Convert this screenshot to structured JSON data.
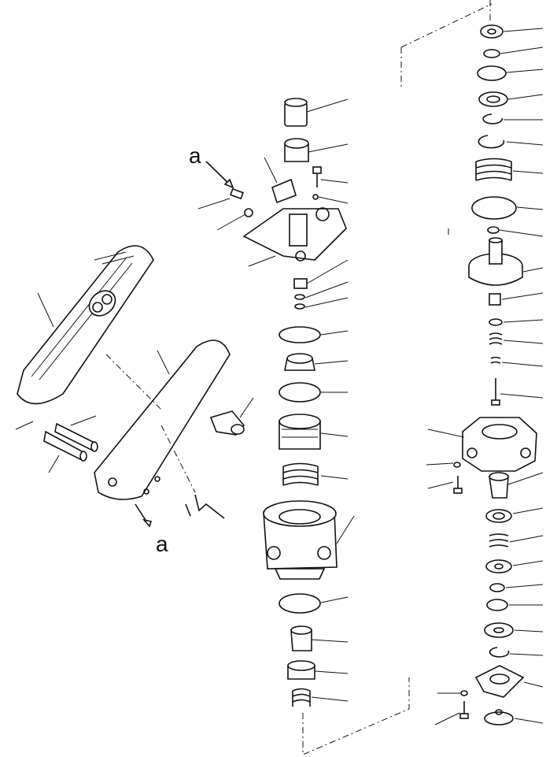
{
  "diagram": {
    "type": "exploded-parts-view",
    "reference_labels": {
      "upper": "a",
      "lower": "a"
    },
    "colors": {
      "line": "#111111",
      "background": "#ffffff"
    }
  }
}
